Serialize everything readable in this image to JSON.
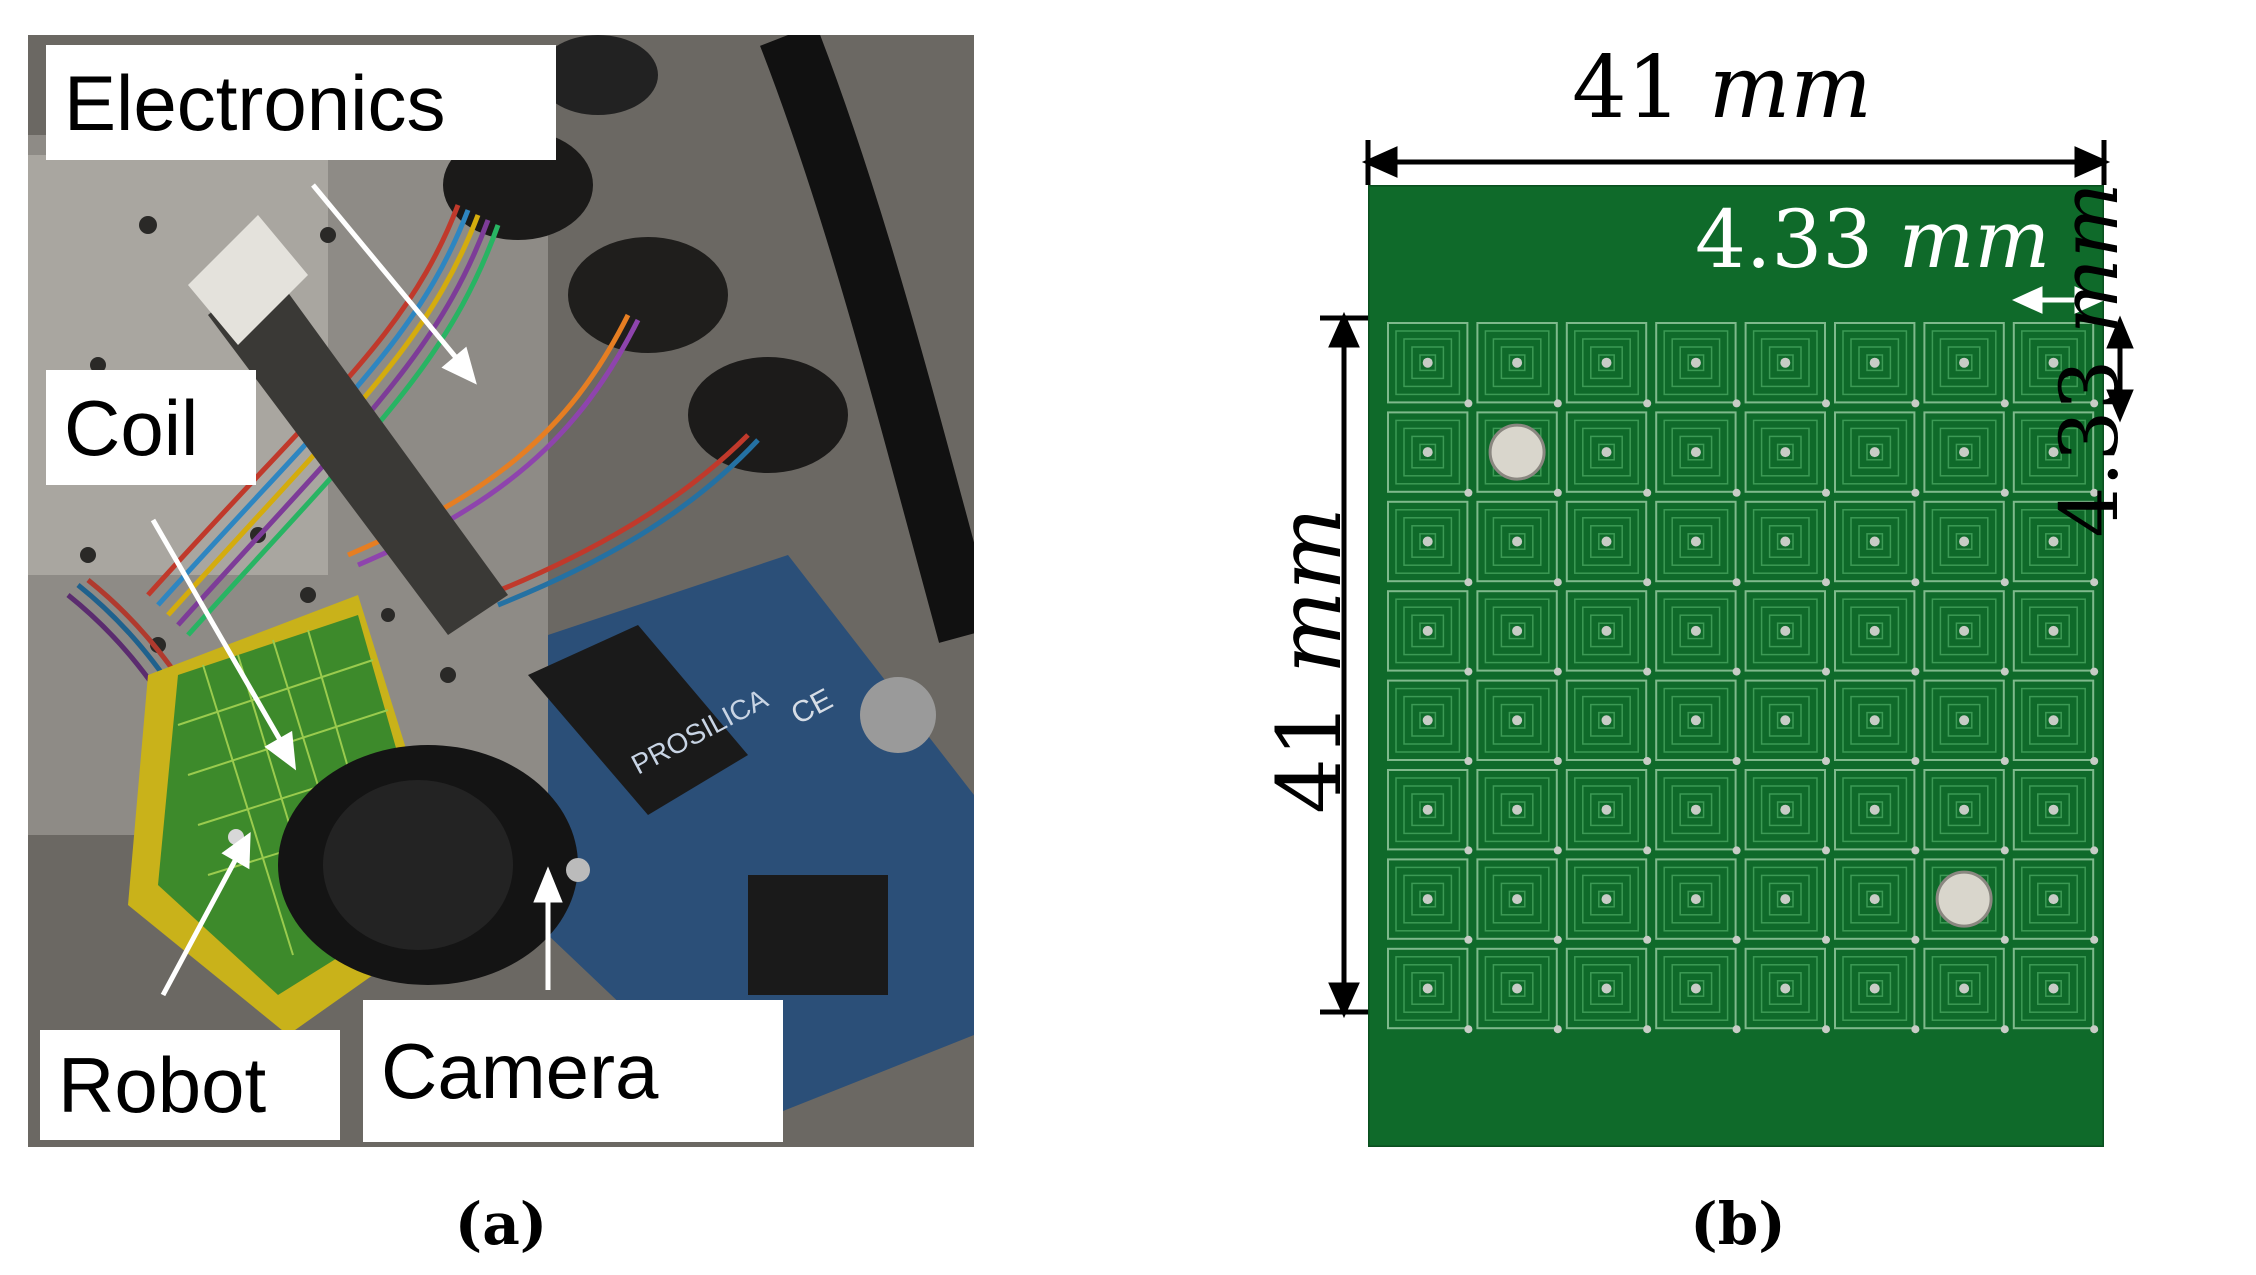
{
  "panel_a": {
    "caption": "(a)",
    "labels": {
      "electronics": "Electronics",
      "coil": "Coil",
      "robot": "Robot",
      "camera": "Camera"
    },
    "camera_brand": "PROSILICA",
    "camera_ce_mark": "CE"
  },
  "panel_b": {
    "caption": "(b)",
    "width_value": "41",
    "height_value": "41",
    "pitch_h_value": "4.33",
    "pitch_v_value": "4.33",
    "unit": "mm",
    "grid": {
      "rows": 8,
      "cols": 8
    },
    "magnets": [
      {
        "row": 1,
        "col": 1
      },
      {
        "row": 6,
        "col": 6
      }
    ]
  },
  "colors": {
    "pcb_green": "#0f6a2a",
    "trace_green": "#3c9a55",
    "pad_silver": "#c8ccc6",
    "coil_yellow": "#d4c21e",
    "camera_blue": "#2b4f78"
  }
}
